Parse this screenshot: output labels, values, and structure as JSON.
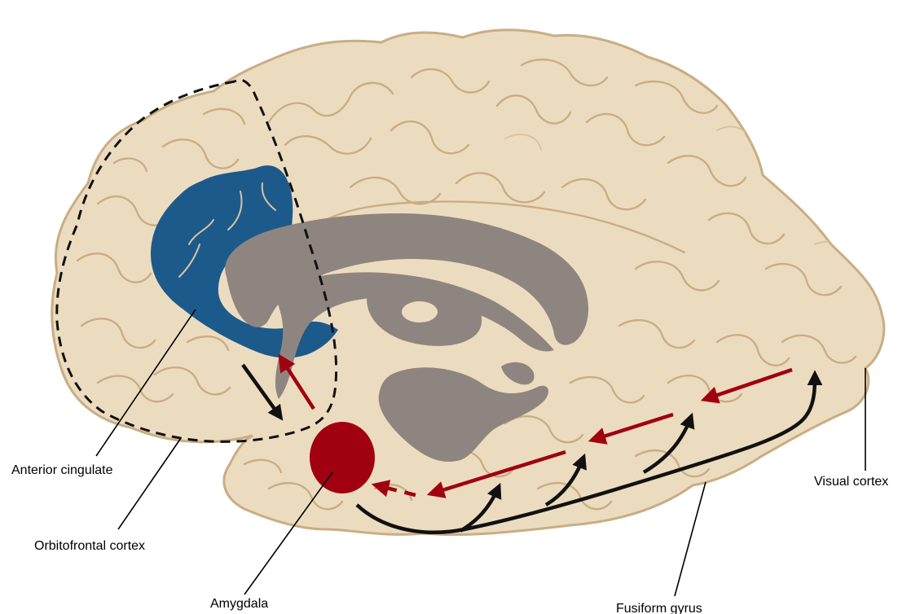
{
  "labels": {
    "anterior_cingulate": "Anterior cingulate",
    "orbitofrontal_cortex": "Orbitofrontal cortex",
    "amygdala": "Amygdala",
    "fusiform_gyrus": "Fusiform gyrus",
    "visual_cortex": "Visual cortex"
  },
  "colors": {
    "brain_fill": "#ecdcbf",
    "brain_outline": "#c9ad84",
    "anterior_cingulate": "#1d5a8c",
    "amygdala": "#a0000f",
    "subcortical": "#8f8580",
    "red_pathway": "#a0000f",
    "black_pathway": "#111111"
  }
}
